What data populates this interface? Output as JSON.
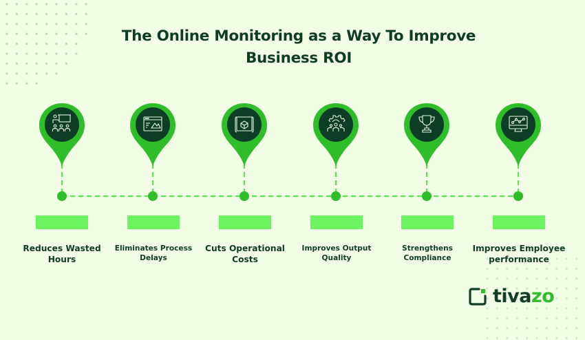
{
  "title": {
    "line1": "The Online Monitoring as a Way To Improve",
    "line2": "Business ROI"
  },
  "colors": {
    "background": "#f1fde5",
    "pin_green": "#2fbd2a",
    "pin_inner": "#0d3d26",
    "connector": "#5fe356",
    "bar": "#6bf45f",
    "text_dark": "#0f3d24",
    "dots": "#c8d8c0"
  },
  "steps": [
    {
      "label_line1": "Reduces Wasted",
      "label_line2": "Hours",
      "icon": "presentation-team-icon"
    },
    {
      "label_line1": "Eliminates Process",
      "label_line2": "Delays",
      "icon": "browser-window-chart-icon"
    },
    {
      "label_line1": "Cuts Operational",
      "label_line2": "Costs",
      "icon": "blueprint-cube-icon"
    },
    {
      "label_line1": "Improves Output",
      "label_line2": "Quality",
      "icon": "gear-team-icon"
    },
    {
      "label_line1": "Strengthens",
      "label_line2": "Compliance",
      "icon": "trophy-icon"
    },
    {
      "label_line1": "Improves Employee",
      "label_line2": "performance",
      "icon": "monitor-analytics-icon"
    }
  ],
  "logo": {
    "text_part1": "tiva",
    "text_part2": "zo",
    "icon": "tivazo-logo-icon"
  }
}
